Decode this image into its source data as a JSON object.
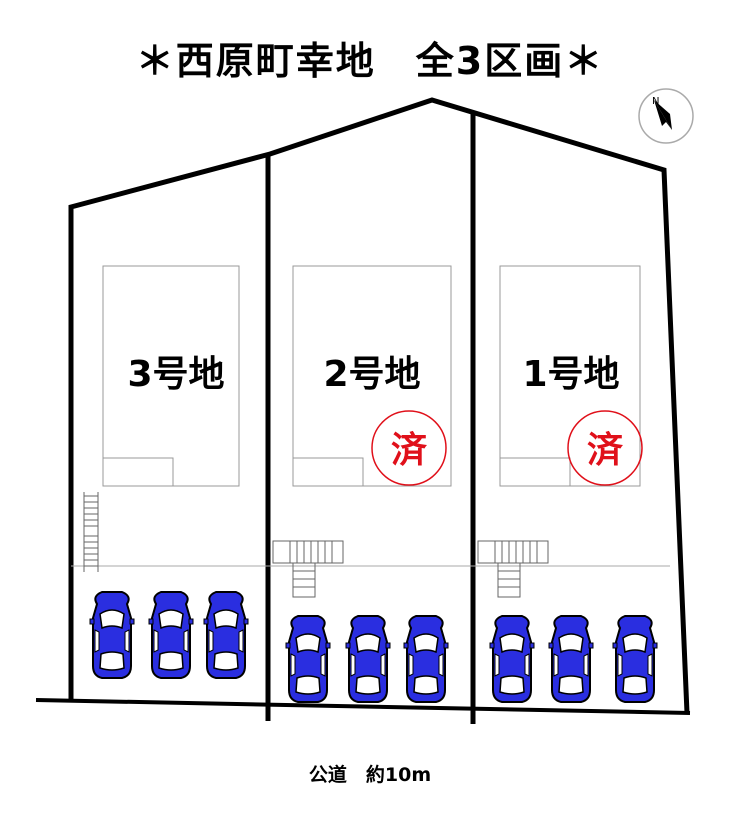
{
  "title": "＊西原町幸地　全3区画＊",
  "compass_label": "N",
  "road_label": "公道　約10m",
  "lots": [
    {
      "label": "3号地",
      "sold": false
    },
    {
      "label": "2号地",
      "sold": true,
      "sold_mark": "済"
    },
    {
      "label": "1号地",
      "sold": true,
      "sold_mark": "済"
    }
  ],
  "colors": {
    "car_blue": "#2a2ee0",
    "sold_red": "#e0101a",
    "boundary": "#000000",
    "building_line": "#999999"
  }
}
